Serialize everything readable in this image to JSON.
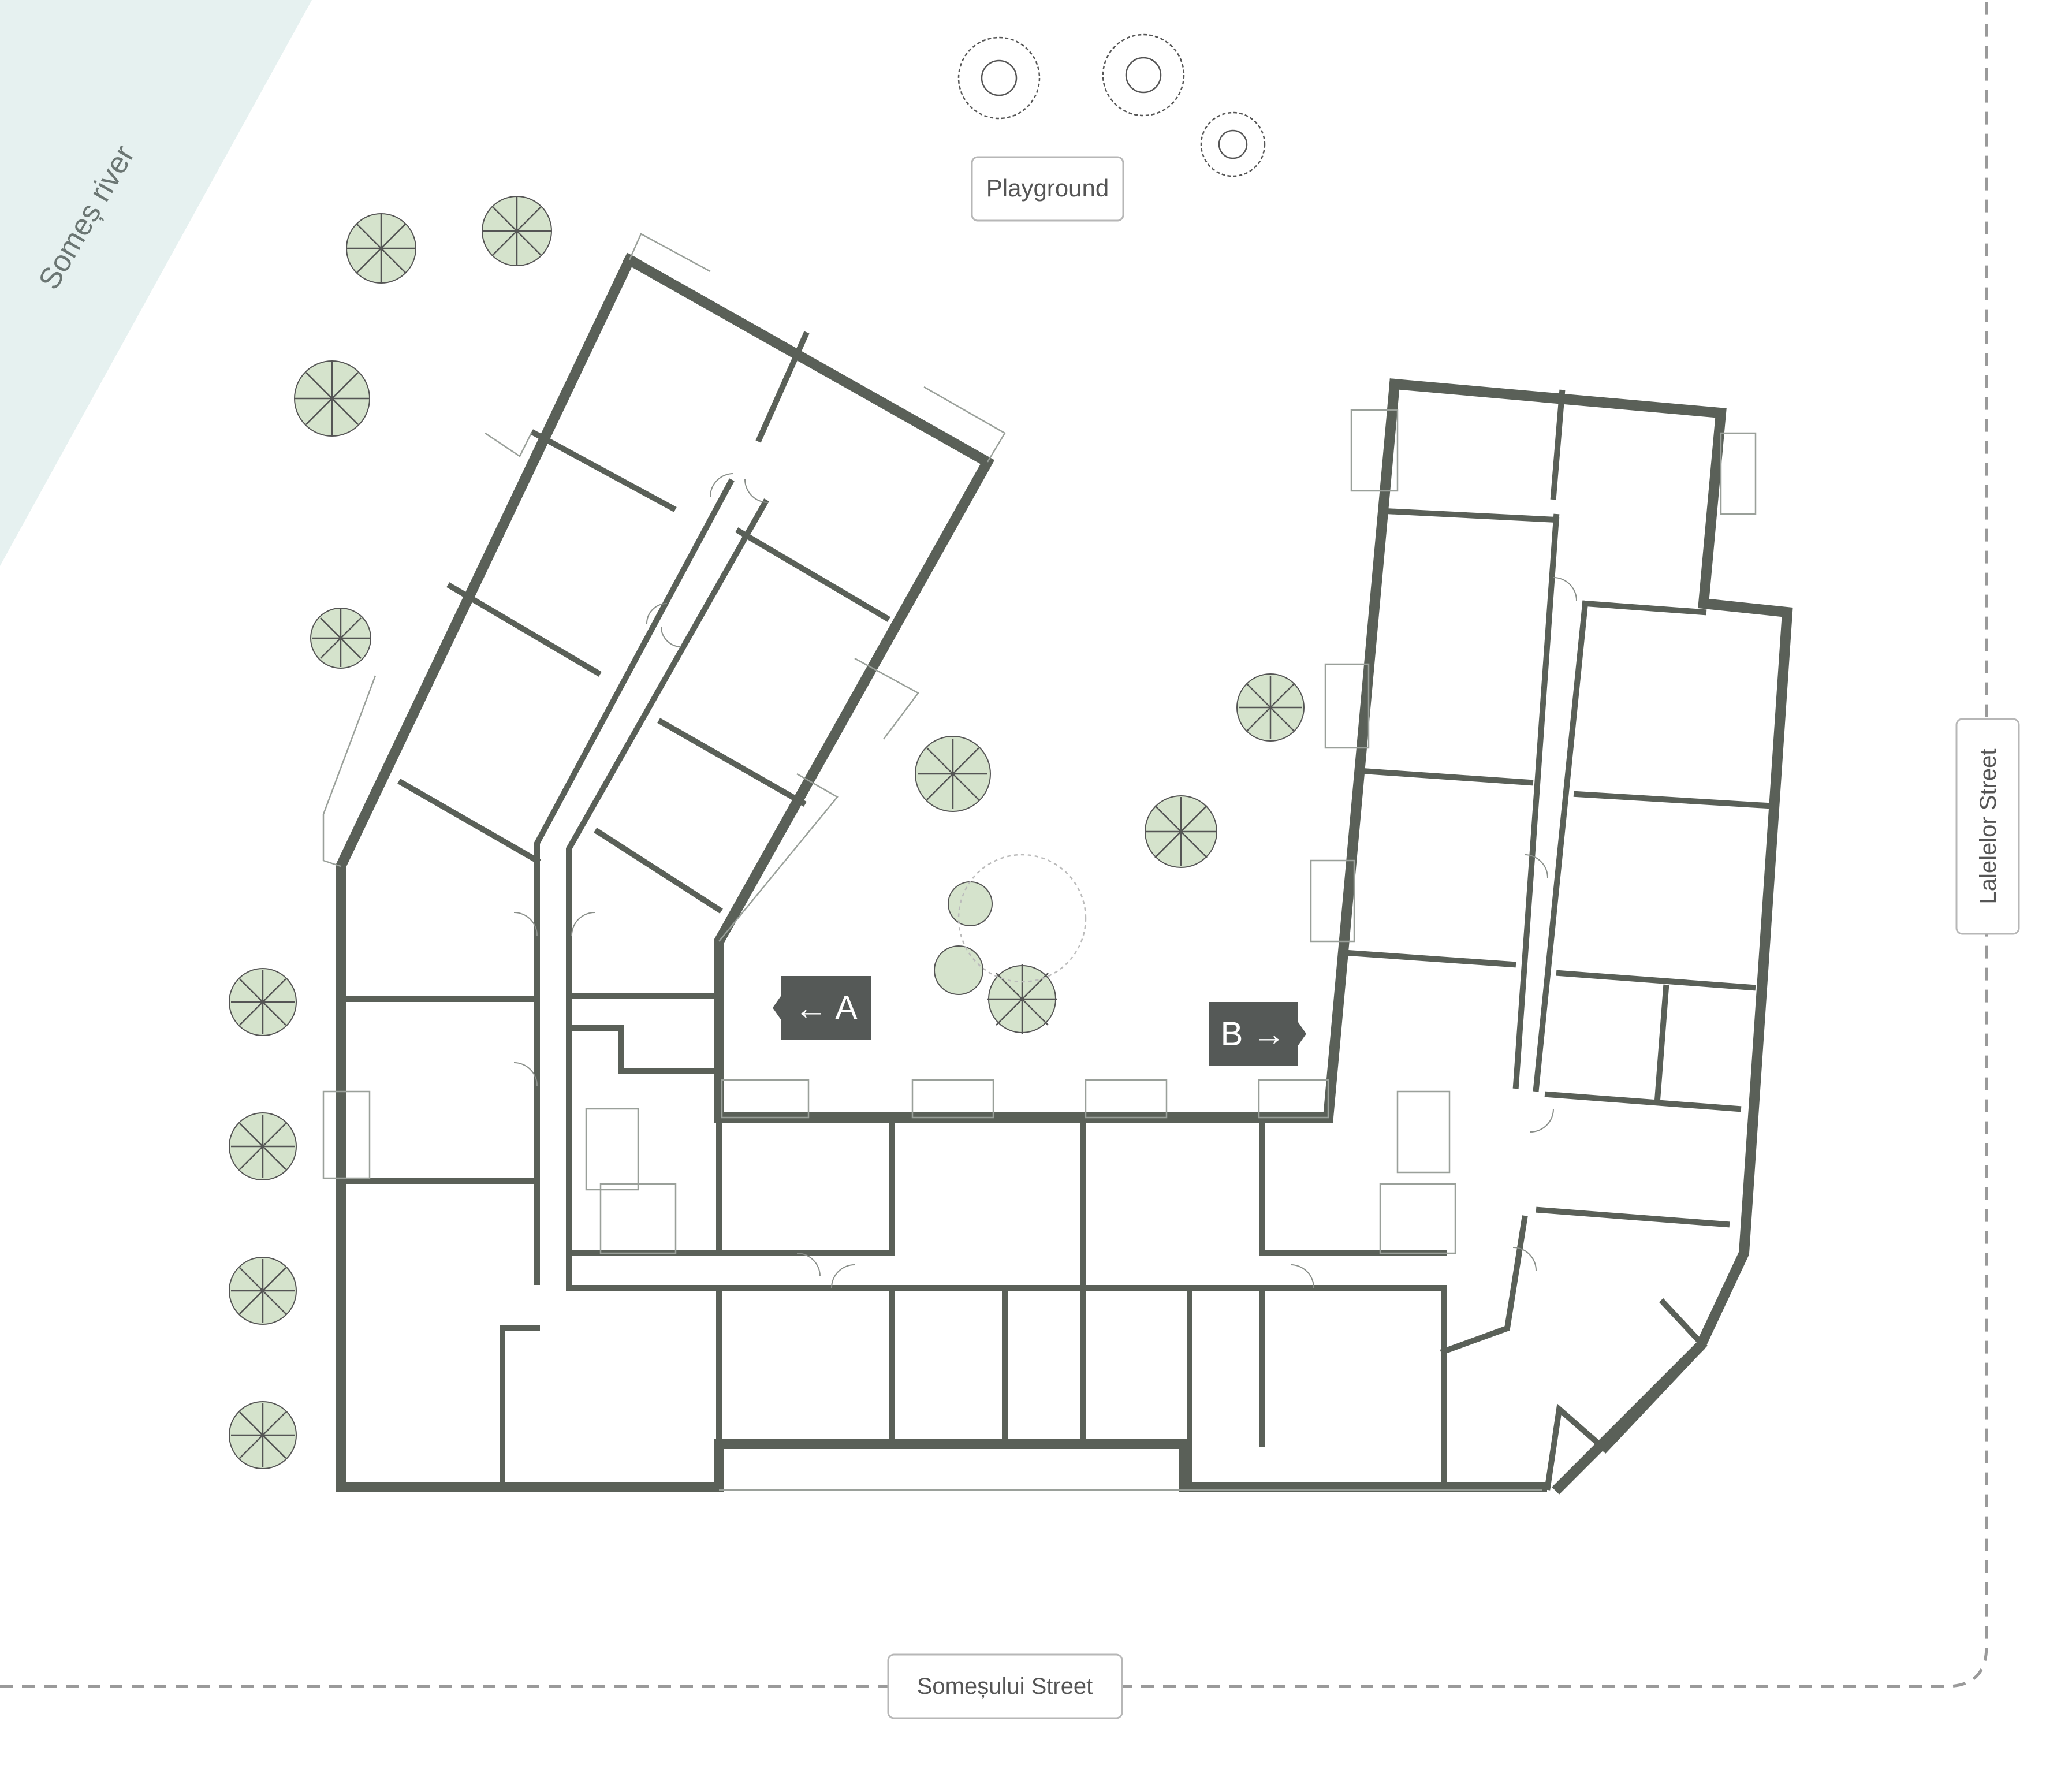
{
  "labels": {
    "river": "Someș river",
    "playground": "Playground",
    "street_bottom": "Someșului Street",
    "street_right": "Lalelelor Street"
  },
  "markers": {
    "a": {
      "text": "← A"
    },
    "b": {
      "text": "B →"
    }
  },
  "colors": {
    "wall": "#5a6058",
    "river": "#e6f1f0",
    "tree_fill": "#d5e3cc",
    "marker_bg": "#555957",
    "boundary": "#9a9a9a"
  }
}
